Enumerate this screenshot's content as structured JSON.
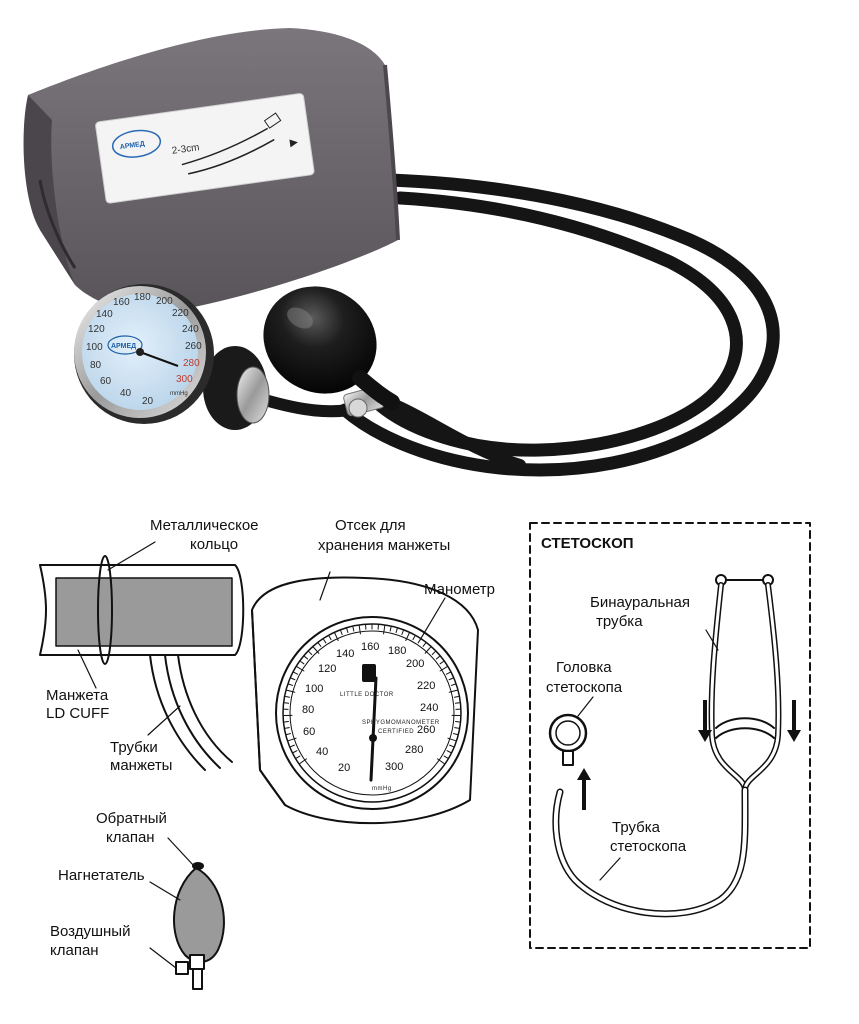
{
  "photo": {
    "cuff_logo_text": "АРМЕД",
    "cuff_hint_text": "2-3cm",
    "gauge_brand": "АРМЕД",
    "gauge_numbers": [
      "20",
      "40",
      "60",
      "80",
      "100",
      "120",
      "140",
      "160",
      "180",
      "200",
      "220",
      "240",
      "260"
    ],
    "gauge_red_numbers": [
      "280",
      "300"
    ],
    "gauge_unit": "mmHg"
  },
  "labels": {
    "metal_ring": [
      "Металлическое",
      "кольцо"
    ],
    "cuff": [
      "Манжета",
      "LD CUFF"
    ],
    "cuff_tubes": [
      "Трубки",
      "манжеты"
    ],
    "storage": [
      "Отсек для",
      "хранения манжеты"
    ],
    "manometer": "Манометр",
    "check_valve": [
      "Обратный",
      "клапан"
    ],
    "bulb": "Нагнетатель",
    "air_valve": [
      "Воздушный",
      "клапан"
    ],
    "stethoscope_title": "СТЕТОСКОП",
    "binaural": [
      "Бинауральная",
      "трубка"
    ],
    "head": [
      "Головка",
      "стетоскопа"
    ],
    "steth_tube": [
      "Трубка",
      "стетоскопа"
    ]
  },
  "dial": {
    "numbers": [
      "20",
      "40",
      "60",
      "80",
      "100",
      "120",
      "140",
      "160",
      "180",
      "200",
      "220",
      "240",
      "260",
      "280",
      "300"
    ],
    "brand": "LITTLE DOCTOR",
    "line1": "SPHYGMOMANOMETER",
    "line2": "CERTIFIED",
    "unit": "mmHg"
  },
  "colors": {
    "cuff_fabric": "#6e6a70",
    "gauge_face": "#cfe3f2",
    "tube": "#1b1b1b",
    "diagram_fill": "#9a9a9a"
  }
}
